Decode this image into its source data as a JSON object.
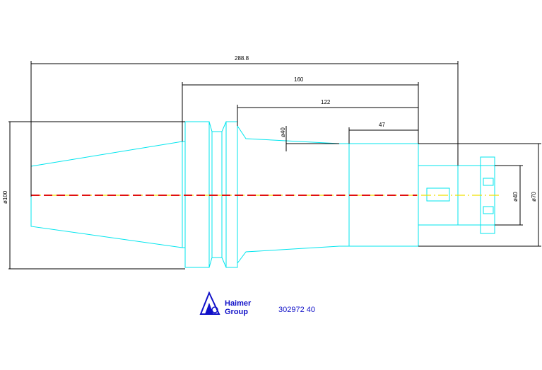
{
  "dimensions": {
    "overall_length": "288.8",
    "length_160": "160",
    "length_122": "122",
    "length_47": "47",
    "diameter_left": "ø100",
    "diameter_right": "ø70",
    "diameter_collet": "ø40",
    "small_annotation": "ø40"
  },
  "logo": {
    "line1": "Haimer",
    "line2": "Group"
  },
  "part_number": "302972 40",
  "colors": {
    "outline": "#00e5ee",
    "dimension": "#000000",
    "centerline_red": "#e01010",
    "centerline_yellow": "#f0e000",
    "logo": "#1010c8"
  }
}
